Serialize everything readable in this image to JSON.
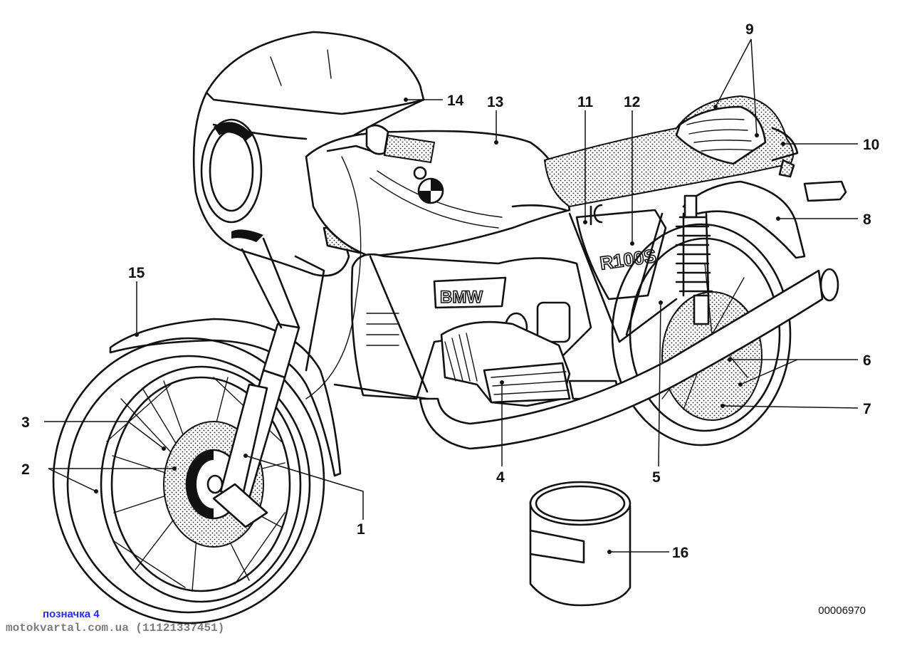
{
  "callouts": [
    {
      "n": "1",
      "name": "callout-1"
    },
    {
      "n": "2",
      "name": "callout-2"
    },
    {
      "n": "3",
      "name": "callout-3"
    },
    {
      "n": "4",
      "name": "callout-4"
    },
    {
      "n": "5",
      "name": "callout-5"
    },
    {
      "n": "6",
      "name": "callout-6"
    },
    {
      "n": "7",
      "name": "callout-7"
    },
    {
      "n": "8",
      "name": "callout-8"
    },
    {
      "n": "9",
      "name": "callout-9"
    },
    {
      "n": "10",
      "name": "callout-10"
    },
    {
      "n": "11",
      "name": "callout-11"
    },
    {
      "n": "12",
      "name": "callout-12"
    },
    {
      "n": "13",
      "name": "callout-13"
    },
    {
      "n": "14",
      "name": "callout-14"
    },
    {
      "n": "15",
      "name": "callout-15"
    },
    {
      "n": "16",
      "name": "callout-16"
    }
  ],
  "artwork_text": {
    "side_cover": "R100S",
    "engine": "BMW"
  },
  "reference_number": "00006970",
  "marking_label": "позначка 4",
  "watermark": "motokvartal.com.ua (11121337451)",
  "colors": {
    "ink": "#111111",
    "marking": "#2a2af0",
    "background": "#ffffff"
  }
}
